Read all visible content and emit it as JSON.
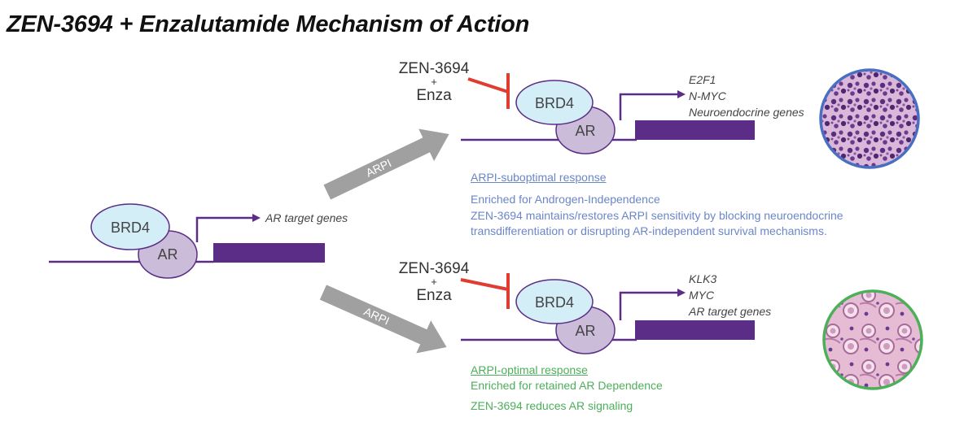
{
  "title": "ZEN-3694 + Enzalutamide Mechanism of Action",
  "colors": {
    "purple": "#5b2d86",
    "brd4_fill": "#d4eef8",
    "ar_fill": "#cbbcd9",
    "inhibitor": "#e03c31",
    "arrow": "#a0a0a0",
    "suboptimal": "#6a86c9",
    "optimal": "#4caf5a"
  },
  "left_complex": {
    "brd4_label": "BRD4",
    "ar_label": "AR",
    "target_label": "AR target genes"
  },
  "arrows": {
    "upper_label": "ARPI",
    "lower_label": "ARPI"
  },
  "upper": {
    "drug_line1": "ZEN-3694",
    "drug_line2": "+",
    "drug_line3": "Enza",
    "brd4_label": "BRD4",
    "ar_label": "AR",
    "genes": [
      "E2F1",
      "N-MYC",
      "Neuroendocrine genes"
    ],
    "response_title": "ARPI-suboptimal response",
    "response_lines": [
      "Enriched for Androgen-Independence",
      "ZEN-3694 maintains/restores ARPI sensitivity by blocking neuroendocrine",
      "transdifferentiation or disrupting AR-independent survival mechanisms."
    ],
    "image_icon": "histology-neuroendocrine-image"
  },
  "lower": {
    "drug_line1": "ZEN-3694",
    "drug_line2": "+",
    "drug_line3": "Enza",
    "brd4_label": "BRD4",
    "ar_label": "AR",
    "genes": [
      "KLK3",
      "MYC",
      "AR target genes"
    ],
    "response_title": "ARPI-optimal response",
    "response_lines": [
      "Enriched for retained AR Dependence",
      "ZEN-3694 reduces AR signaling"
    ],
    "image_icon": "histology-adenocarcinoma-image"
  }
}
